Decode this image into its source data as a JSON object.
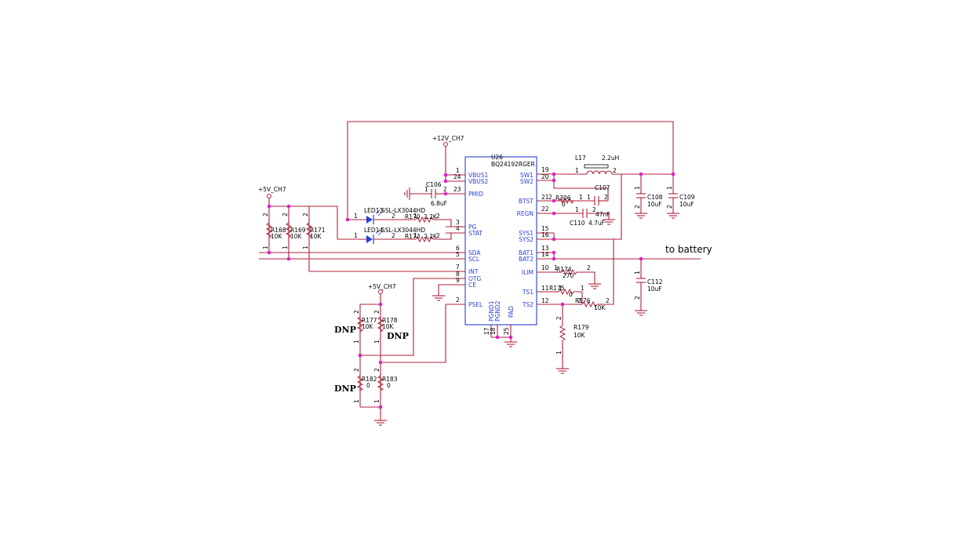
{
  "ic": {
    "ref": "U26",
    "part": "BQ24192RGER",
    "left_pins": [
      {
        "num": "1",
        "name": "VBUS1"
      },
      {
        "num": "24",
        "name": "VBUS2"
      },
      {
        "num": "23",
        "name": "PMID"
      },
      {
        "num": "3",
        "name": "PG"
      },
      {
        "num": "4",
        "name": "STAT"
      },
      {
        "num": "6",
        "name": "SDA"
      },
      {
        "num": "5",
        "name": "SCL"
      },
      {
        "num": "7",
        "name": "INT"
      },
      {
        "num": "8",
        "name": "OTG"
      },
      {
        "num": "9",
        "name": "CE"
      },
      {
        "num": "2",
        "name": "PSEL"
      }
    ],
    "right_pins": [
      {
        "num": "19",
        "name": "SW1"
      },
      {
        "num": "20",
        "name": "SW2"
      },
      {
        "num": "21",
        "name": "BTST"
      },
      {
        "num": "22",
        "name": "REGN"
      },
      {
        "num": "15",
        "name": "SYS1"
      },
      {
        "num": "16",
        "name": "SYS2"
      },
      {
        "num": "13",
        "name": "BAT1"
      },
      {
        "num": "14",
        "name": "BAT2"
      },
      {
        "num": "10",
        "name": "ILIM"
      },
      {
        "num": "11",
        "name": "TS1"
      },
      {
        "num": "12",
        "name": "TS2"
      }
    ],
    "bottom_pins": [
      {
        "num": "17",
        "name": "PGND1"
      },
      {
        "num": "18",
        "name": "PGND2"
      },
      {
        "num": "25",
        "name": "PAD"
      }
    ]
  },
  "power": {
    "v12": "+12V_CH7",
    "v5a": "+5V_CH7",
    "v5b": "+5V_CH7"
  },
  "net_label": "to battery",
  "dnp": "DNP",
  "components": {
    "c106": {
      "ref": "C106",
      "value": "6.8uF",
      "p1": "1",
      "p2": "2"
    },
    "l17": {
      "ref": "L17",
      "value": "2.2uH",
      "p1": "1",
      "p2": "2"
    },
    "c107": {
      "ref": "C107",
      "p1": "1",
      "p2": "2"
    },
    "c110": {
      "ref": "C110",
      "value": "4.7uF",
      "p1": "1",
      "p2": "2"
    },
    "c110b": {
      "value": "47nF"
    },
    "r306": {
      "ref": "R306",
      "value": "0",
      "p1": "2",
      "p2": "1"
    },
    "c108": {
      "ref": "C108",
      "value": "10uF",
      "p1": "1",
      "p2": "2"
    },
    "c109": {
      "ref": "C109",
      "value": "10uF",
      "p1": "1",
      "p2": "2"
    },
    "c112": {
      "ref": "C112",
      "value": "10uF",
      "p1": "1",
      "p2": "2"
    },
    "r174": {
      "ref": "R174",
      "value": "270",
      "p1": "1",
      "p2": "2"
    },
    "r175": {
      "ref": "R175",
      "value": "0",
      "p1": "1",
      "p2": "1"
    },
    "r176": {
      "ref": "R176",
      "value": "10K",
      "p1": "2",
      "p2": "2"
    },
    "r179": {
      "ref": "R179",
      "value": "10K",
      "p1": "2",
      "p2": "1"
    },
    "led13": {
      "ref": "LED13",
      "part": "SSL-LX3044HD",
      "p1": "1",
      "p2": "2"
    },
    "led14": {
      "ref": "LED14",
      "part": "SSL-LX3044HD",
      "p1": "1",
      "p2": "2"
    },
    "r170": {
      "ref": "R170",
      "value": "2.2K",
      "p1": "1",
      "p2": "2"
    },
    "r173": {
      "ref": "R173",
      "value": "2.2K",
      "p1": "1",
      "p2": "2"
    },
    "r168": {
      "ref": "R168",
      "value": "10K",
      "p1": "2",
      "p2": "1"
    },
    "r169": {
      "ref": "R169",
      "value": "10K",
      "p1": "2",
      "p2": "1"
    },
    "r171": {
      "ref": "R171",
      "value": "10K",
      "p1": "2",
      "p2": "1"
    },
    "r177": {
      "ref": "R177",
      "value": "10K",
      "p1": "2",
      "p2": "1"
    },
    "r178": {
      "ref": "R178",
      "value": "10K",
      "p1": "2",
      "p2": "1"
    },
    "r182": {
      "ref": "R182",
      "value": "0",
      "p1": "2",
      "p2": "1"
    },
    "r183": {
      "ref": "R183",
      "value": "0",
      "p1": "2",
      "p2": "1"
    }
  }
}
